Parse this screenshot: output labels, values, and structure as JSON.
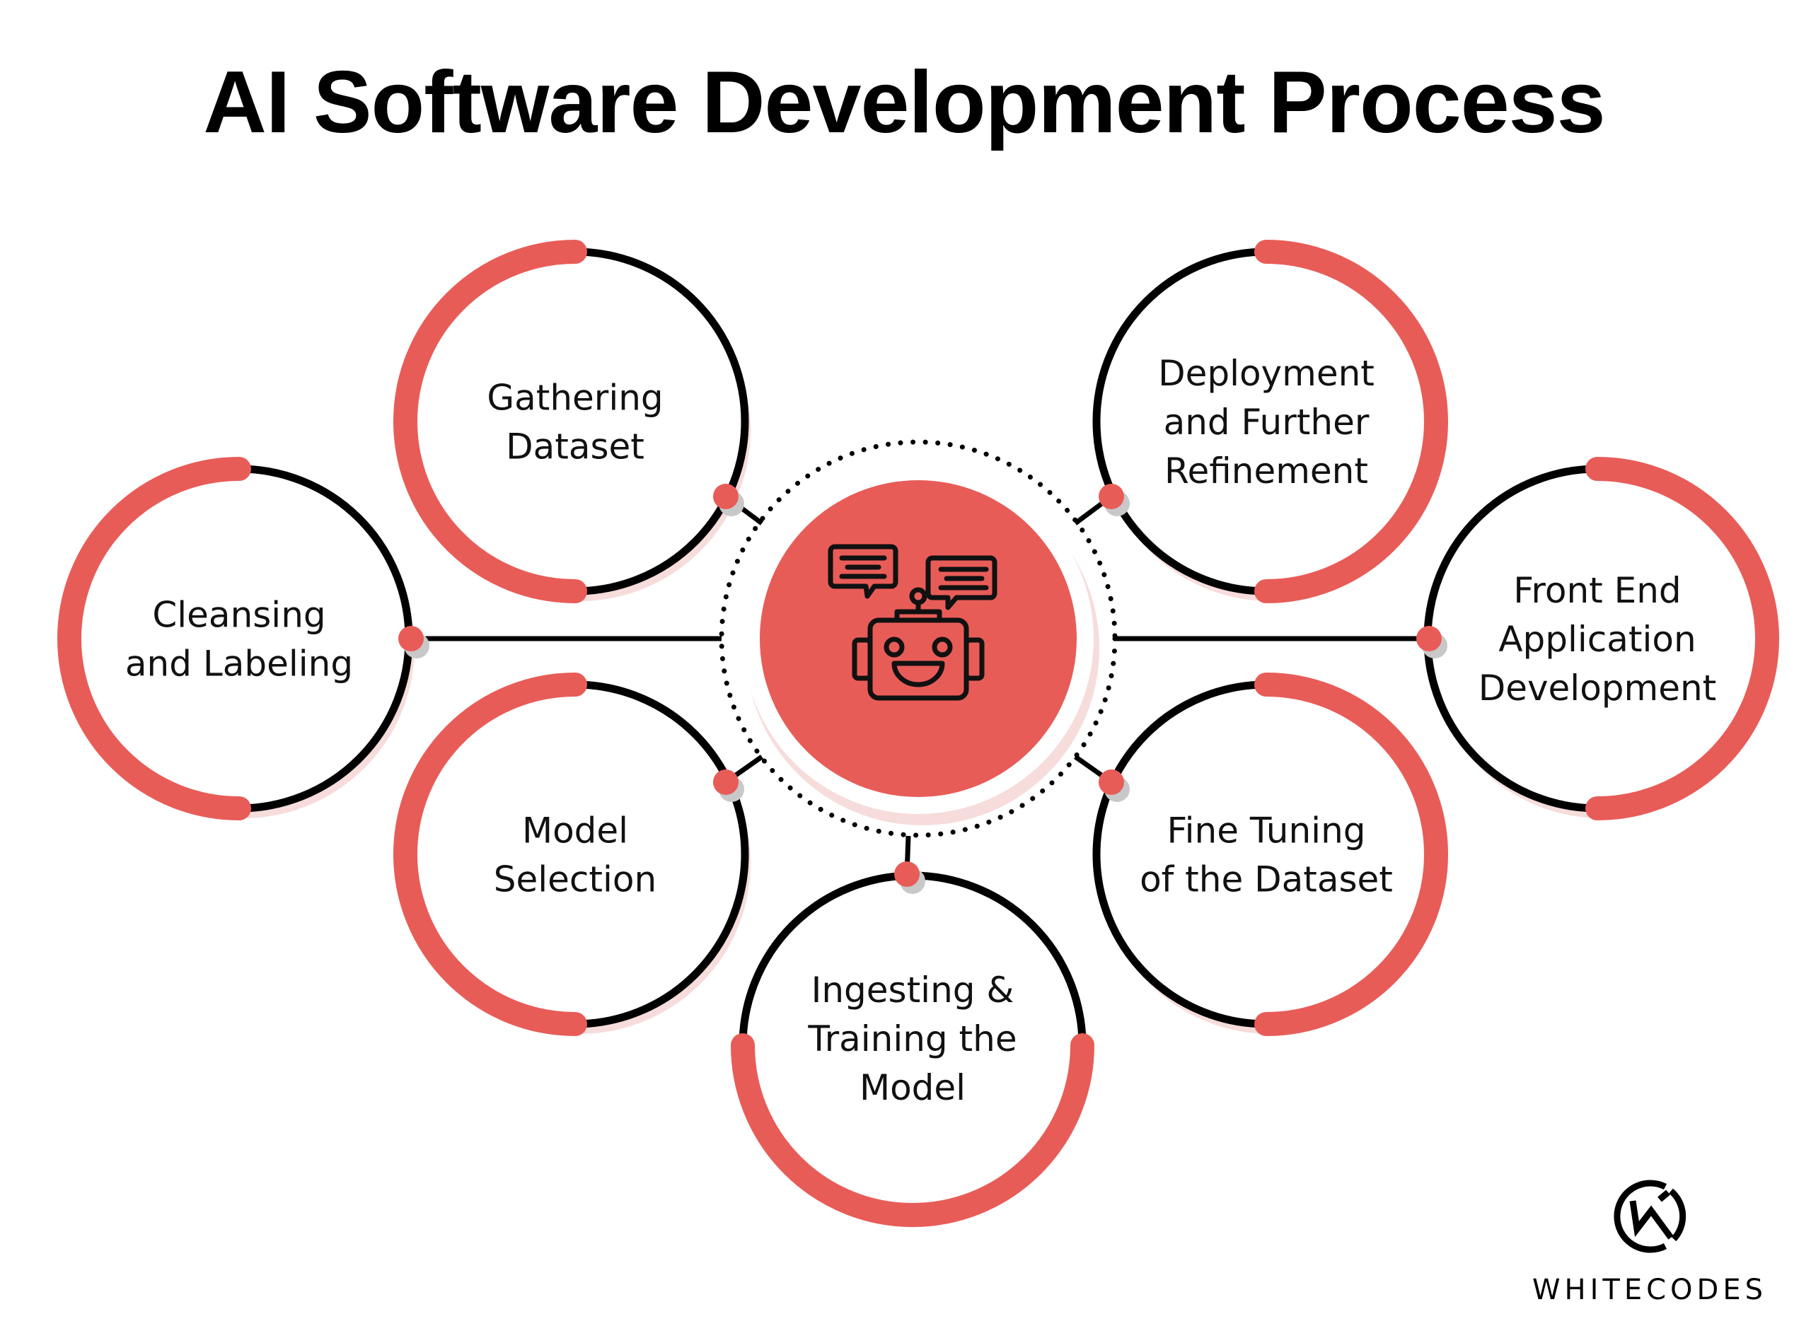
{
  "title": "AI Software Development Process",
  "colors": {
    "accent": "#E85C58",
    "accent_shadow": "#F7DCDC",
    "line": "#000000",
    "dot_shadow": "#C8C8C8",
    "background": "#FFFFFF"
  },
  "center": {
    "icon": "robot-chat-icon"
  },
  "steps": [
    {
      "id": "gathering-dataset",
      "label": "Gathering Dataset",
      "lines": [
        "Gathering",
        "Dataset"
      ],
      "accent_side": "left"
    },
    {
      "id": "cleansing-labeling",
      "label": "Cleansing and Labeling",
      "lines": [
        "Cleansing",
        "and Labeling"
      ],
      "accent_side": "left"
    },
    {
      "id": "model-selection",
      "label": "Model Selection",
      "lines": [
        "Model",
        "Selection"
      ],
      "accent_side": "left"
    },
    {
      "id": "ingesting-training",
      "label": "Ingesting & Training the Model",
      "lines": [
        "Ingesting &",
        "Training the",
        "Model"
      ],
      "accent_side": "bottom"
    },
    {
      "id": "fine-tuning",
      "label": "Fine Tuning of the Dataset",
      "lines": [
        "Fine Tuning",
        "of the Dataset"
      ],
      "accent_side": "right"
    },
    {
      "id": "deployment",
      "label": "Deployment and Further Refinement",
      "lines": [
        "Deployment",
        "and Further",
        "Refinement"
      ],
      "accent_side": "right"
    },
    {
      "id": "front-end",
      "label": "Front End Application Development",
      "lines": [
        "Front End",
        "Application",
        "Development"
      ],
      "accent_side": "right"
    }
  ],
  "brand": {
    "name": "WHITECODES",
    "logo_icon": "whitecodes-logo-icon"
  }
}
